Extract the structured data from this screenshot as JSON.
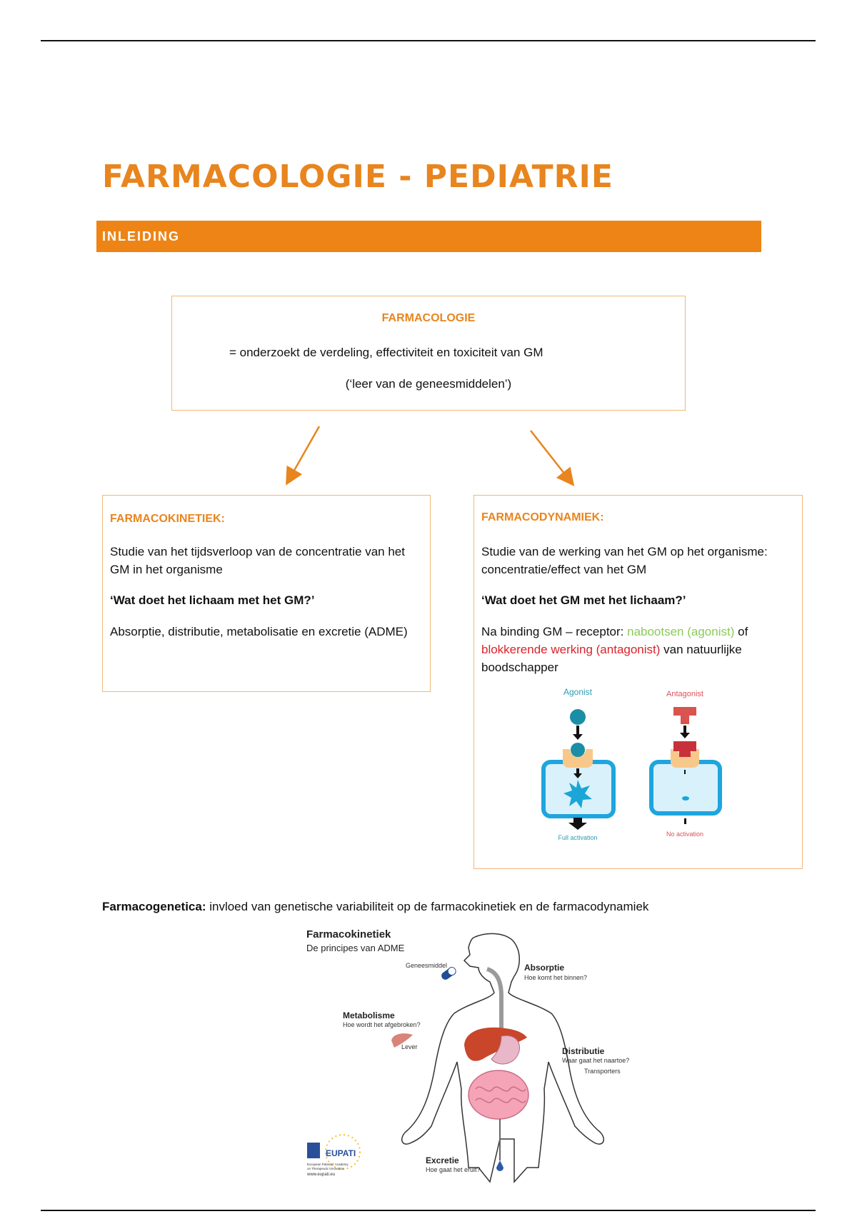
{
  "title": "FARMACOLOGIE - PEDIATRIE",
  "section": "INLEIDING",
  "farmacologie": {
    "title": "FARMACOLOGIE",
    "line1": "= onderzoekt de verdeling, effectiviteit en toxiciteit van GM",
    "line2": "(‘leer van de geneesmiddelen’)"
  },
  "kinetiek": {
    "title": "FARMACOKINETIEK:",
    "p1": "Studie van het tijdsverloop van de concentratie van het GM in het organisme",
    "q": "‘Wat doet het lichaam met het GM?’",
    "p2": "Absorptie, distributie, metabolisatie en excretie (ADME)"
  },
  "dynamiek": {
    "title": "FARMACODYNAMIEK:",
    "p1": "Studie van de werking van het GM op het organisme: concentratie/effect van het GM",
    "q": "‘Wat doet het GM met het lichaam?’",
    "p2a": "Na binding GM – receptor: ",
    "p2b": "nabootsen (agonist)",
    "p2c": " of ",
    "p2d": "blokkerende werking (antagonist)",
    "p2e": " van natuurlijke boodschapper",
    "agonist": "Agonist",
    "antagonist": "Antagonist",
    "full": "Full activation",
    "none": "No activation"
  },
  "farmacogenetica": {
    "label": "Farmacogenetica:",
    "text": " invloed van genetische variabiliteit op de farmacokinetiek en de farmacodynamiek"
  },
  "adme": {
    "title": "Farmacokinetiek",
    "subtitle": "De principes van ADME",
    "drug": "Geneesmiddel",
    "absorptie": "Absorptie",
    "absorptie_q": "Hoe komt het binnen?",
    "metabolisme": "Metabolisme",
    "metabolisme_q": "Hoe wordt het afgebroken?",
    "lever": "Lever",
    "distributie": "Distributie",
    "distributie_q": "Waar gaat het naartoe?",
    "transporters": "Transporters",
    "excretie": "Excretie",
    "excretie_q": "Hoe gaat het eruit?",
    "logo": "EUPATI",
    "logo_sub1": "European Patients' Academy",
    "logo_sub2": "on Therapeutic Innovation",
    "logo_url": "www.eupati.eu"
  }
}
